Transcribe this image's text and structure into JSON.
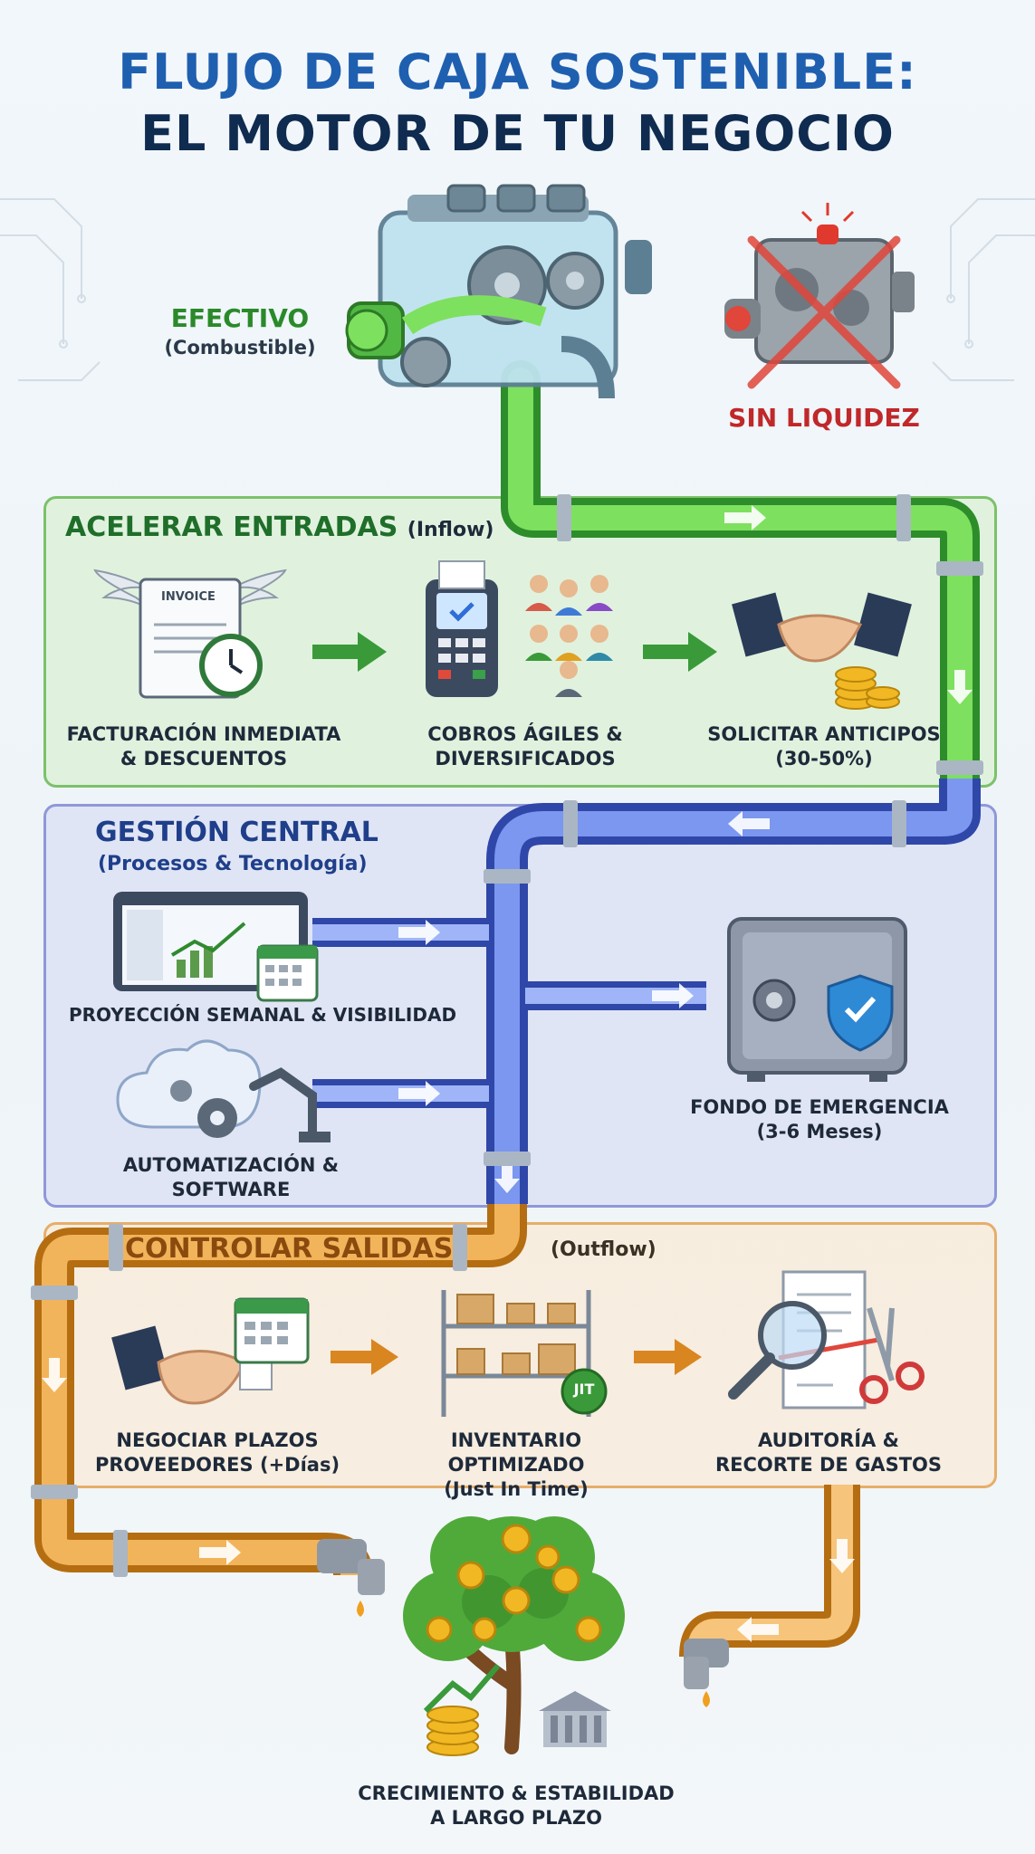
{
  "title": {
    "line1": "FLUJO DE CAJA SOSTENIBLE:",
    "line2": "EL MOTOR DE TU NEGOCIO"
  },
  "engine": {
    "label": "EFECTIVO",
    "sub": "(Combustible)",
    "broken_label": "SIN LIQUIDEZ"
  },
  "inflow": {
    "title": "ACELERAR ENTRADAS",
    "tag": "(Inflow)",
    "items": [
      {
        "label": "FACTURACIÓN INMEDIATA",
        "label2": "& DESCUENTOS",
        "icon_text": "INVOICE"
      },
      {
        "label": "COBROS ÁGILES &",
        "label2": "DIVERSIFICADOS"
      },
      {
        "label": "SOLICITAR ANTICIPOS",
        "label2": "(30-50%)"
      }
    ]
  },
  "core": {
    "title": "GESTIÓN CENTRAL",
    "sub": "(Procesos & Tecnología)",
    "items": [
      {
        "label": "PROYECCIÓN SEMANAL & VISIBILIDAD"
      },
      {
        "label": "AUTOMATIZACIÓN &",
        "label2": "SOFTWARE"
      },
      {
        "label": "FONDO DE EMERGENCIA",
        "label2": "(3-6 Meses)"
      }
    ]
  },
  "outflow": {
    "title": "CONTROLAR SALIDAS",
    "tag": "(Outflow)",
    "items": [
      {
        "label": "NEGOCIAR PLAZOS",
        "label2": "PROVEEDORES (+Días)"
      },
      {
        "label": "INVENTARIO OPTIMIZADO",
        "label2": "(Just In Time)",
        "badge": "JIT"
      },
      {
        "label": "AUDITORÍA &",
        "label2": "RECORTE DE GASTOS"
      }
    ]
  },
  "result": {
    "label": "CRECIMIENTO & ESTABILIDAD",
    "label2": "A LARGO PLAZO"
  },
  "colors": {
    "green": "#4fbf3f",
    "blue": "#3f6fd8",
    "orange": "#e89b2e",
    "title_blue": "#1f5fb0",
    "red": "#c0282a"
  }
}
